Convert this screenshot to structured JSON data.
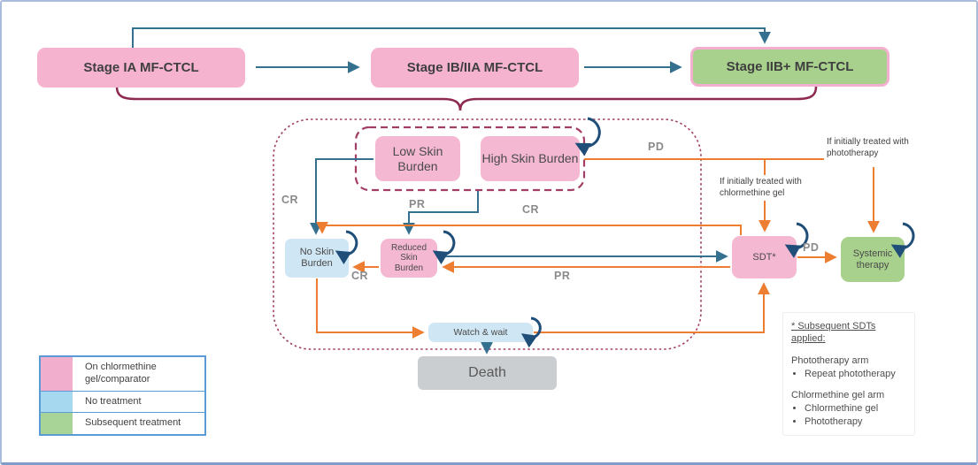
{
  "stages": [
    {
      "label": "Stage IA MF-CTCL"
    },
    {
      "label": "Stage IB/IIA MF-CTCL"
    },
    {
      "label": "Stage IIB+ MF-CTCL"
    }
  ],
  "nodes": {
    "low_skin": "Low Skin Burden",
    "high_skin": "High Skin Burden",
    "no_skin": "No Skin Burden",
    "reduced_skin": "Reduced Skin Burden",
    "watch_wait": "Watch & wait",
    "death": "Death",
    "sdt": "SDT*",
    "systemic": "Systemic therapy"
  },
  "edge_labels": {
    "cr_low_to_no": "CR",
    "pr_high_to_reduced": "PR",
    "cr_sdt_to_no": "CR",
    "pd_high": "PD",
    "cr_reduced_to_no": "CR",
    "pr_sdt_to_reduced": "PR",
    "pd_sdt_to_systemic": "PD"
  },
  "conditions": {
    "chlormethine": "If initially treated with chlormethine gel",
    "phototherapy": "If initially treated with phototherapy"
  },
  "legend": {
    "items": [
      {
        "label": "On chlormethine gel/comparator",
        "color": "#F2AECD"
      },
      {
        "label": "No treatment",
        "color": "#A6D9EF"
      },
      {
        "label": "Subsequent treatment",
        "color": "#A8D498"
      }
    ]
  },
  "note": {
    "title": "* Subsequent SDTs applied:",
    "sections": [
      {
        "heading": "Phototherapy arm",
        "bullets": [
          "Repeat phototherapy"
        ]
      },
      {
        "heading": "Chlormethine gel arm",
        "bullets": [
          "Chlormethine gel",
          "Phototherapy"
        ]
      }
    ]
  },
  "colors": {
    "on_treatment_pink": "#F5B8D2",
    "no_treatment_blue": "#CFE6F4",
    "subsequent_green": "#A9D18E",
    "death_gray": "#CBCED1",
    "transition_orange": "#ED7D31",
    "transition_steel": "#35718F",
    "selfloop_navy": "#1F4E79",
    "boundary_maroon": "#9E2F5B"
  }
}
